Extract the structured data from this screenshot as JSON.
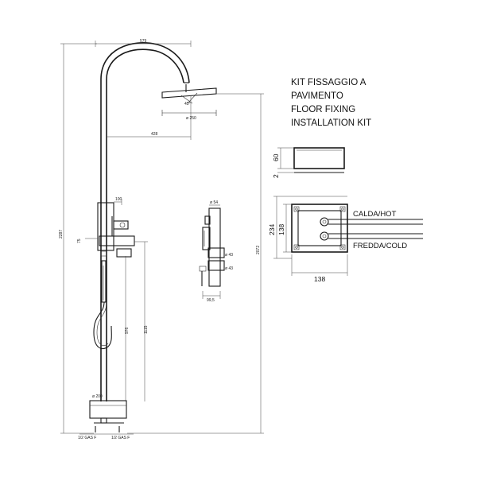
{
  "kit_title": [
    "KIT FISSAGGIO A",
    "PAVIMENTO",
    "FLOOR FIXING",
    "INSTALLATION KIT"
  ],
  "pipe_labels": {
    "hot": "CALDA/HOT",
    "cold": "FREDDA/COLD"
  },
  "kit_dimensions": {
    "height_60": "60",
    "gap_2": "2",
    "depth_138": "138",
    "overall_234": "234",
    "width_138": "138"
  },
  "shower_dimensions": {
    "top_width": "579",
    "arm_reach": "428",
    "head_diameter": "ø 250",
    "head_angle": "45°",
    "overall_height": "2287",
    "right_height": "2072",
    "mixer_offset": "100",
    "handshower_height": "1115",
    "column_height": "976",
    "mixer_side": "75",
    "base_diameter": "ø 200",
    "inlet_left": "1/2 GAS F",
    "inlet_right": "1/2 GAS F",
    "mixer_top": "ø 54",
    "knob_1": "ø 43",
    "knob_2": "ø 43",
    "mixer_depth": "99,5"
  }
}
